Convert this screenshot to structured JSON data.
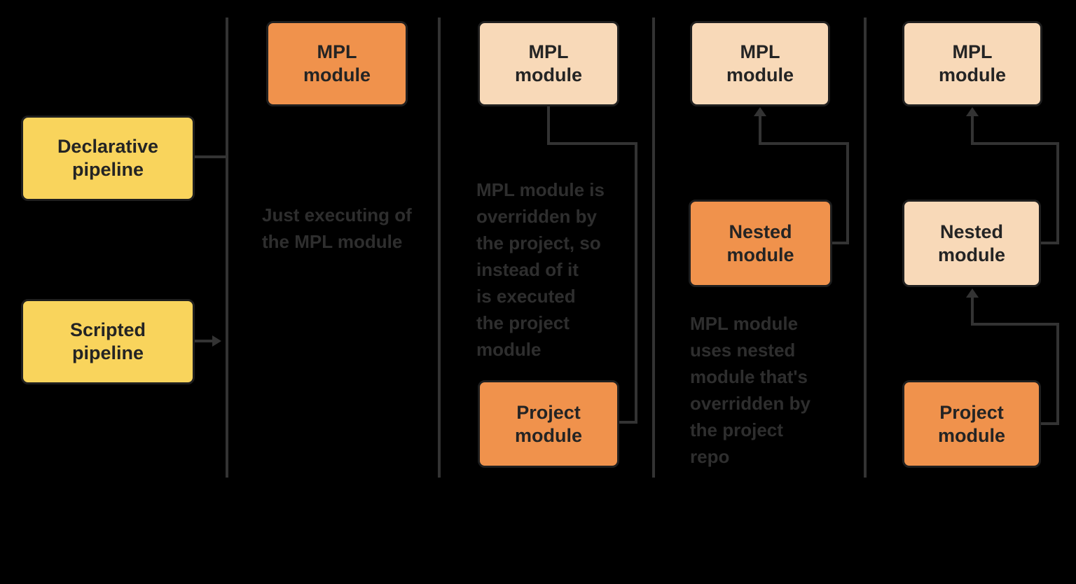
{
  "background": "#000000",
  "colors": {
    "background": "#000000",
    "yellow": "#F9D45C",
    "orange": "#F0924C",
    "peach": "#F8D9B8",
    "box_border": "#1F1F1F",
    "box_text": "#242424",
    "line": "#333333",
    "note_text": "#2E2E2E"
  },
  "boxes": {
    "declarative_pipeline": {
      "label": "Declarative\npipeline"
    },
    "scripted_pipeline": {
      "label": "Scripted\npipeline"
    },
    "col2_mpl": {
      "label": "MPL\nmodule"
    },
    "col3_mpl": {
      "label": "MPL\nmodule"
    },
    "col3_project": {
      "label": "Project\nmodule"
    },
    "col4_mpl": {
      "label": "MPL\nmodule"
    },
    "col4_nested": {
      "label": "Nested\nmodule"
    },
    "col5_mpl": {
      "label": "MPL\nmodule"
    },
    "col5_nested": {
      "label": "Nested\nmodule"
    },
    "col5_project": {
      "label": "Project\nmodule"
    }
  },
  "notes": {
    "col2": "Just executing of\nthe MPL module",
    "col3": "MPL module is\noverridden by\nthe project, so\ninstead of it\nis executed\nthe project\nmodule",
    "col4": "MPL module\nuses nested\nmodule that's\noverridden by\nthe project\nrepo"
  }
}
